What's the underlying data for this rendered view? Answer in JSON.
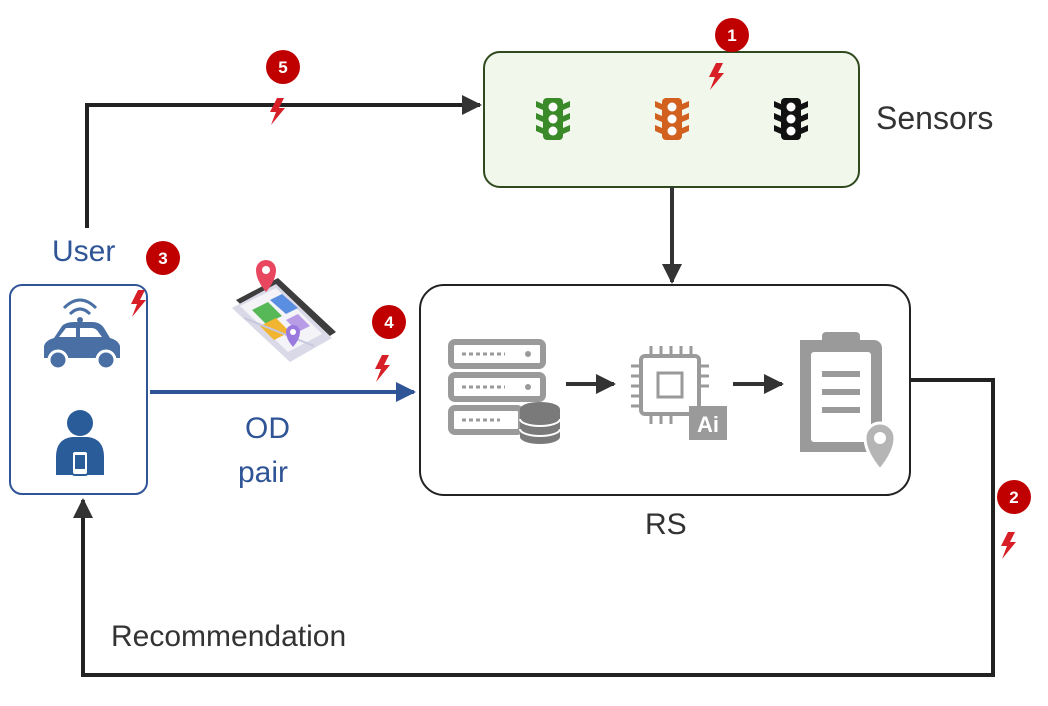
{
  "labels": {
    "sensors": "Sensors",
    "user": "User",
    "od_line1": "OD",
    "od_line2": "pair",
    "rs": "RS",
    "recommendation": "Recommendation"
  },
  "badges": [
    "1",
    "2",
    "3",
    "4",
    "5"
  ],
  "icons": {
    "traffic_lights": [
      "traffic-light-green-icon",
      "traffic-light-orange-icon",
      "traffic-light-black-icon"
    ],
    "user_box": [
      "connected-car-icon",
      "person-with-phone-icon"
    ],
    "rs_pipeline": [
      "server-database-icon",
      "ai-chip-icon",
      "clipboard-location-icon"
    ],
    "od": "phone-map-icon"
  },
  "colors": {
    "sensors_box_fill": "#f2f7ec",
    "sensors_box_border": "#2e4a1e",
    "user_box_border": "#2f5597",
    "rs_box_border": "#222222",
    "arrow_dark": "#222222",
    "arrow_blue": "#2f5597",
    "badge": "#c00000",
    "light_green": "#3a8a2a",
    "light_orange": "#d2601e",
    "light_black": "#111111",
    "rs_icon_gray": "#9a9a9a"
  }
}
